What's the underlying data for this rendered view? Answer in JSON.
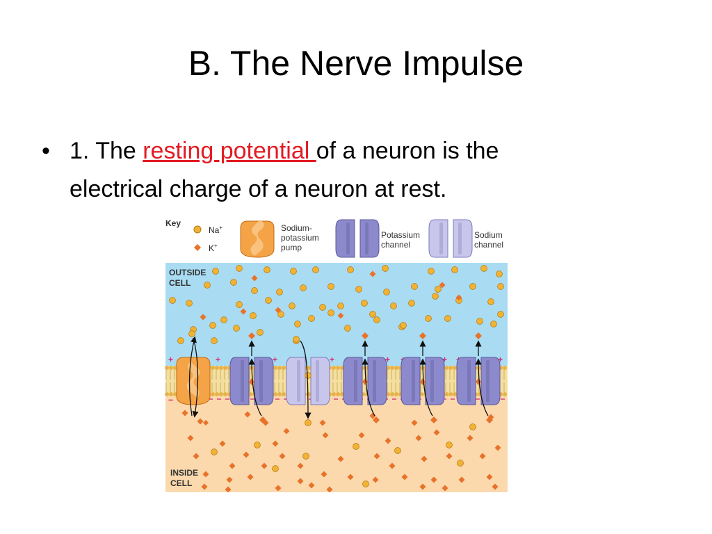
{
  "slide": {
    "title": "B. The Nerve Impulse",
    "bullet_symbol": "•",
    "bullet": {
      "prefix": "1. The ",
      "term": "resting potential ",
      "rest_line1": "of a neuron is the",
      "rest_line2": "electrical charge of a neuron at rest."
    }
  },
  "diagram": {
    "key": {
      "title": "Key",
      "na_label": "Na",
      "na_sup": "+",
      "k_label": "K",
      "k_sup": "+",
      "pump_label": [
        "Sodium-",
        "potassium",
        "pump"
      ],
      "k_channel_label": [
        "Potassium",
        "channel"
      ],
      "na_channel_label": [
        "Sodium",
        "channel"
      ]
    },
    "outside_label": [
      "OUTSIDE",
      "CELL"
    ],
    "inside_label": [
      "INSIDE",
      "CELL"
    ],
    "outer_charge": "+",
    "inner_charge": "–",
    "colors": {
      "na_ion": "#f2b233",
      "k_ion": "#e8722a",
      "outside_fluid": "#a9dcf2",
      "inside_fluid": "#fbd9ad",
      "pump": "#f5a347",
      "potassium_channel": "#8c89cc",
      "sodium_channel": "#c9c6ec",
      "membrane_lipid": "#e6b24c",
      "outer_charge": "#d6226f",
      "inner_charge": "#d6226f"
    }
  }
}
